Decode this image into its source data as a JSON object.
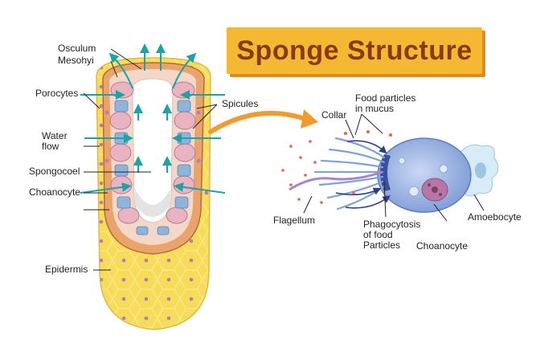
{
  "title": "Sponge Structure",
  "labels": {
    "osculum": "Osculum",
    "mesohyl": "Mesohyi",
    "porocytes": "Porocytes",
    "water_flow": "Water\nflow",
    "spongocoel": "Spongocoel",
    "choanocyte_left": "Choanocyte",
    "epidermis": "Epidermis",
    "spicules": "Spicules",
    "collar": "Collar",
    "food_particles": "Food particles\nin mucus",
    "flagellum": "Flagellum",
    "phagocytosis": "Phagocytosis\nof food\nParticles",
    "choanocyte_right": "Choanocyte",
    "amoebocyte": "Amoebocyte"
  },
  "colors": {
    "title_bg": "#f5b833",
    "title_text": "#8a3a10",
    "epidermis": "#f7dc5a",
    "wall": "#e8a46b",
    "water": "#1aa3a8",
    "spicule": "#8fb3d9",
    "cell_body": "#9bb7e6",
    "arrow": "#f29a2e"
  }
}
